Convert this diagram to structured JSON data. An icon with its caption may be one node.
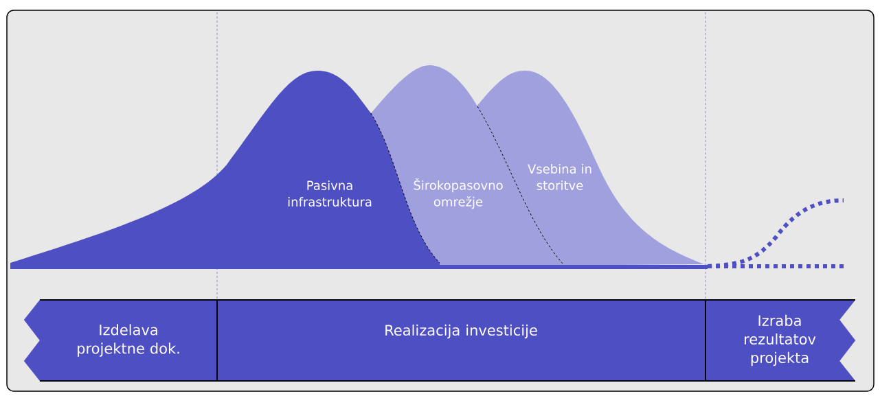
{
  "diagram": {
    "nodes": [
      {
        "text": [
          "Pasivna infrastruktura"
        ]
      },
      {
        "text": [
          "Širokopasovno omrežje"
        ]
      },
      {
        "text": [
          "Vsebina in storitve"
        ]
      },
      {
        "text": [
          "Izdelava projektne dok."
        ]
      },
      {
        "text": [
          "Realizacija investicije"
        ]
      },
      {
        "text": [
          "Izraba rezultatov projekta"
        ]
      }
    ]
  }
}
